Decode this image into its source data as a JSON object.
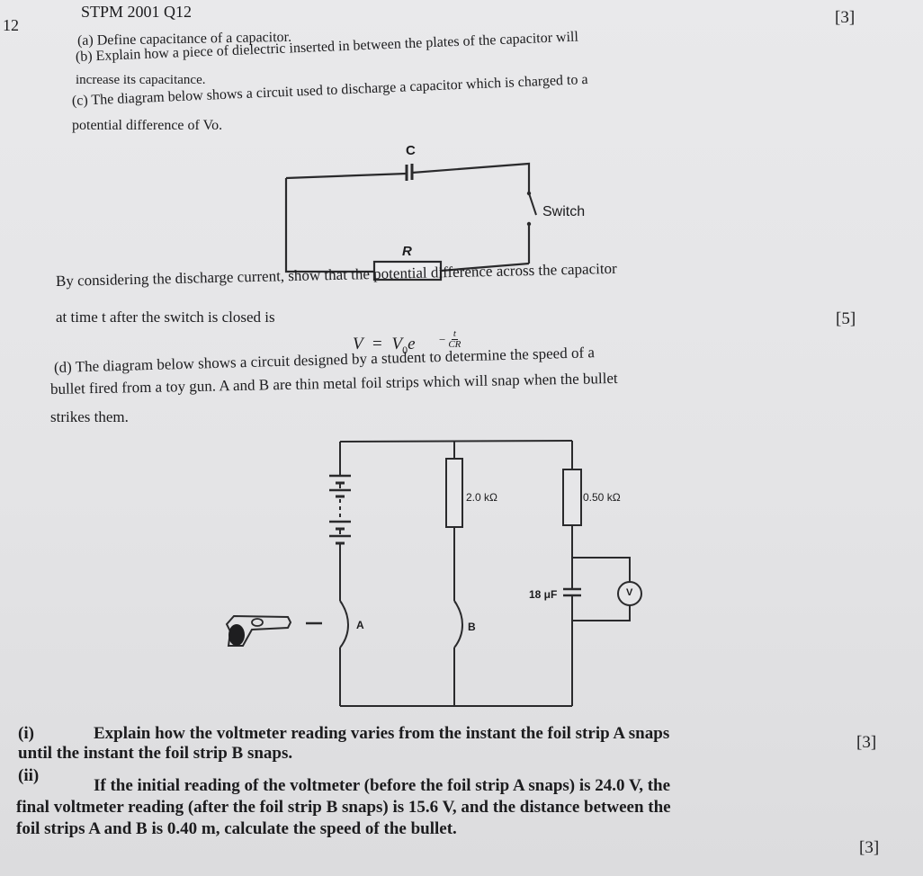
{
  "question": {
    "number": "12",
    "source": "STPM 2001 Q12",
    "marks_top": "[3]",
    "part_a": "(a) Define capacitance of a capacitor.",
    "part_b_line1": "(b) Explain how a piece of dielectric inserted in between the plates of the capacitor will",
    "part_b_line2": "increase its capacitance.",
    "part_c_line1": "(c) The diagram below shows a circuit used to discharge a capacitor which is charged to a",
    "part_c_line2": "potential difference of Vo.",
    "after_c_line1": "By considering the discharge current, show that the potential difference across the capacitor",
    "after_c_line2": "at time t after the switch is closed is",
    "marks_c": "[5]",
    "part_d_line1": "(d) The diagram below shows a circuit designed by a student to determine the speed of a",
    "part_d_line2": "bullet fired from a toy gun. A and B are thin metal foil strips which will snap when the bullet",
    "part_d_line3": "strikes them.",
    "part_i_label": "(i)",
    "part_i_line1": "Explain how the voltmeter reading varies from the instant the foil strip A snaps",
    "part_i_line2": "until the instant the foil strip B snaps.",
    "marks_i": "[3]",
    "part_ii_label": "(ii)",
    "part_ii_line1": "If the initial reading of the voltmeter (before the foil strip A snaps) is 24.0 V, the",
    "part_ii_line2": "final voltmeter reading (after the foil strip B snaps) is 15.6 V, and the distance between the",
    "part_ii_line3": "foil strips A and B is 0.40 m, calculate the speed of the bullet.",
    "marks_ii": "[3]"
  },
  "equation": {
    "lhs": "V",
    "eq": "=",
    "v0": "V",
    "v0_sub": "0",
    "base": "e",
    "minus": "−",
    "num": "t",
    "den": "CR"
  },
  "circuit1": {
    "capacitor_label": "C",
    "switch_label": "Switch",
    "resistor_label": "R"
  },
  "circuit2": {
    "resistor1_label": "2.0 kΩ",
    "resistor2_label": "0.50 kΩ",
    "capacitor_label": "18 μF",
    "voltmeter_label": "V",
    "strip_a_label": "A",
    "strip_b_label": "B"
  }
}
